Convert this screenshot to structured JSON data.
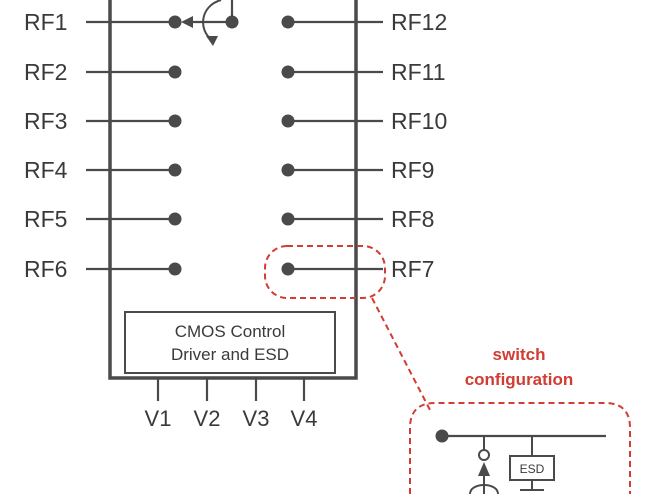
{
  "diagram": {
    "left_pins": [
      "RF1",
      "RF2",
      "RF3",
      "RF4",
      "RF5",
      "RF6"
    ],
    "right_pins": [
      "RF12",
      "RF11",
      "RF10",
      "RF9",
      "RF8",
      "RF7"
    ],
    "control_block": {
      "line1": "CMOS Control",
      "line2": "Driver and ESD"
    },
    "control_pins": [
      "V1",
      "V2",
      "V3",
      "V4"
    ],
    "callout": {
      "line1": "switch",
      "line2": "configuration"
    },
    "esd_label": "ESD"
  },
  "colors": {
    "line": "#4a4a4a",
    "text": "#3a3a3a",
    "accent_red": "#d23c32"
  }
}
